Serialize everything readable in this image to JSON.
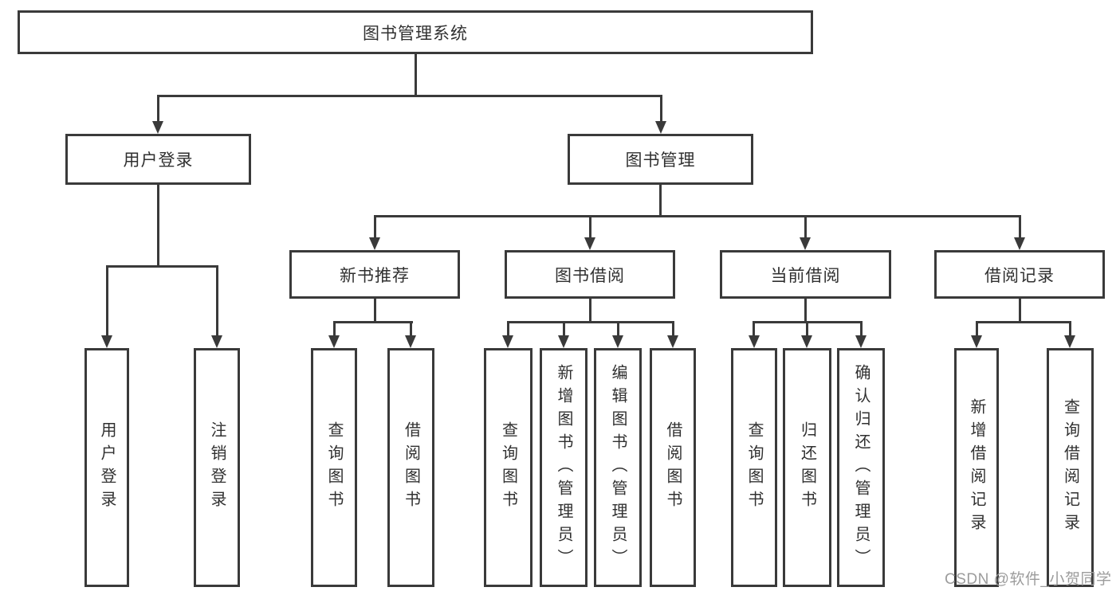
{
  "nodes": {
    "root": {
      "label": "图书管理系统"
    },
    "level2": [
      {
        "label": "用户登录"
      },
      {
        "label": "图书管理"
      }
    ],
    "level3": [
      {
        "label": "新书推荐"
      },
      {
        "label": "图书借阅"
      },
      {
        "label": "当前借阅"
      },
      {
        "label": "借阅记录"
      }
    ],
    "leaves": [
      {
        "label": "用户登录"
      },
      {
        "label": "注销登录"
      },
      {
        "label": "查询图书"
      },
      {
        "label": "借阅图书"
      },
      {
        "label": "查询图书"
      },
      {
        "label": "新增图书（管理员）"
      },
      {
        "label": "编辑图书（管理员）"
      },
      {
        "label": "借阅图书"
      },
      {
        "label": "查询图书"
      },
      {
        "label": "归还图书"
      },
      {
        "label": "确认归还（管理员）"
      },
      {
        "label": "新增借阅记录"
      },
      {
        "label": "查询借阅记录"
      }
    ]
  },
  "watermark": {
    "text": "CSDN @软件_小贺同学"
  },
  "colors": {
    "line": "#3a3a3a",
    "border": "#3a3a3a",
    "text": "#303030",
    "background": "#ffffff",
    "watermark": "#9c9c9c"
  }
}
